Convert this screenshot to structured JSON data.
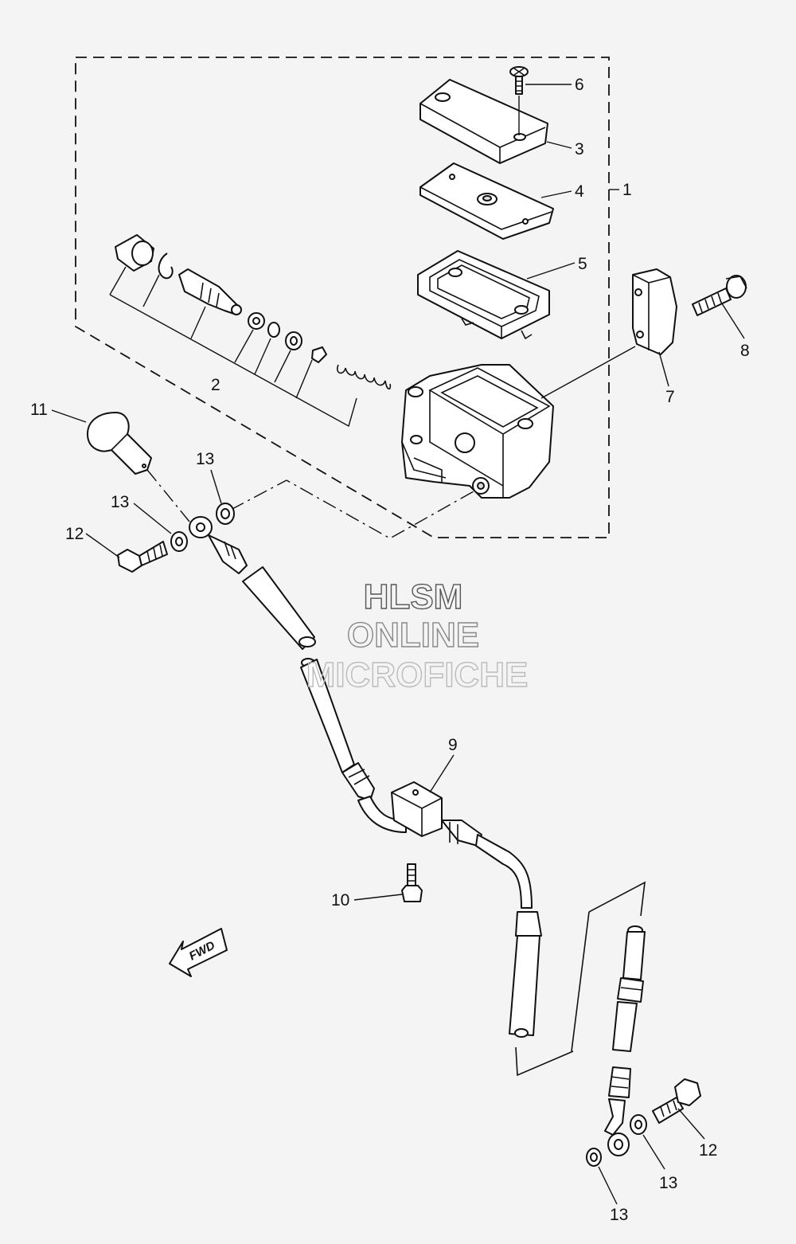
{
  "watermark": {
    "line1": "HLSM",
    "line2": "ONLINE",
    "line3": "MICROFICHE"
  },
  "direction_arrow": {
    "label": "FWD"
  },
  "callouts": {
    "c1": "1",
    "c2": "2",
    "c3": "3",
    "c4": "4",
    "c5": "5",
    "c6": "6",
    "c7": "7",
    "c8": "8",
    "c9": "9",
    "c10": "10",
    "c11": "11",
    "c12a": "12",
    "c12b": "12",
    "c13a": "13",
    "c13b": "13",
    "c13c": "13",
    "c13d": "13"
  },
  "colors": {
    "ink": "#111111",
    "paper": "#f4f4f4",
    "watermark1": "#555555",
    "watermark2": "#888888",
    "watermark3": "#bbbbbb"
  }
}
